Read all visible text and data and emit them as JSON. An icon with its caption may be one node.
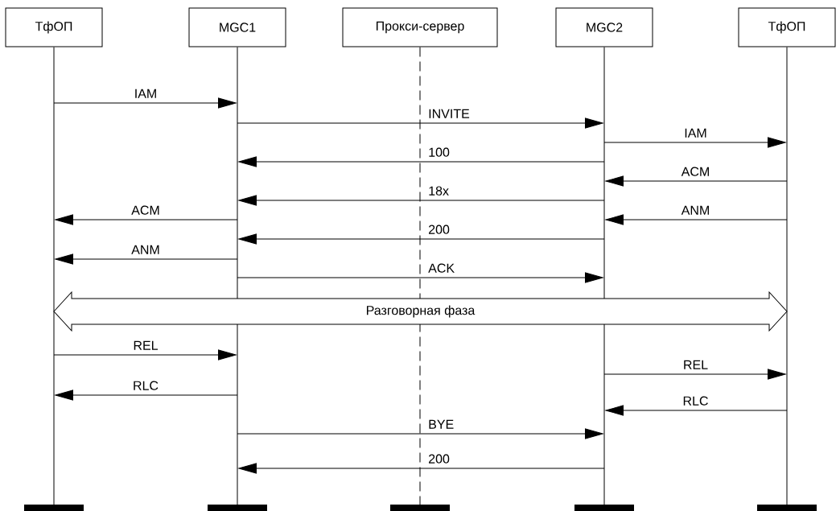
{
  "diagram": {
    "nodes": [
      {
        "text": [
          "ТфОП"
        ]
      },
      {
        "text": [
          "MGC1"
        ]
      },
      {
        "text": [
          "Прокси-сервер"
        ]
      },
      {
        "text": [
          "MGC2"
        ]
      },
      {
        "text": [
          "ТфОП"
        ]
      }
    ],
    "edges": [
      {
        "from": 0,
        "to": 1,
        "arrow": "to",
        "label": "IAM"
      },
      {
        "from": 1,
        "to": 3,
        "arrow": "to",
        "label": "INVITE"
      },
      {
        "from": 3,
        "to": 4,
        "arrow": "to",
        "label": "IAM"
      },
      {
        "from": 3,
        "to": 1,
        "arrow": "to",
        "label": "100"
      },
      {
        "from": 4,
        "to": 3,
        "arrow": "to",
        "label": "ACM"
      },
      {
        "from": 3,
        "to": 1,
        "arrow": "to",
        "label": "18x"
      },
      {
        "from": 1,
        "to": 0,
        "arrow": "to",
        "label": "ACM"
      },
      {
        "from": 4,
        "to": 3,
        "arrow": "to",
        "label": "ANM"
      },
      {
        "from": 3,
        "to": 1,
        "arrow": "to",
        "label": "200"
      },
      {
        "from": 1,
        "to": 0,
        "arrow": "to",
        "label": "ANM"
      },
      {
        "from": 1,
        "to": 3,
        "arrow": "to",
        "label": "ACK"
      },
      {
        "from": 0,
        "to": 4,
        "arrow": "both",
        "label": "Разговорная фаза"
      },
      {
        "from": 0,
        "to": 1,
        "arrow": "to",
        "label": "REL"
      },
      {
        "from": 3,
        "to": 4,
        "arrow": "to",
        "label": "REL"
      },
      {
        "from": 1,
        "to": 0,
        "arrow": "to",
        "label": "RLC"
      },
      {
        "from": 4,
        "to": 3,
        "arrow": "to",
        "label": "RLC"
      },
      {
        "from": 1,
        "to": 3,
        "arrow": "to",
        "label": "BYE"
      },
      {
        "from": 3,
        "to": 1,
        "arrow": "to",
        "label": "200"
      }
    ]
  }
}
